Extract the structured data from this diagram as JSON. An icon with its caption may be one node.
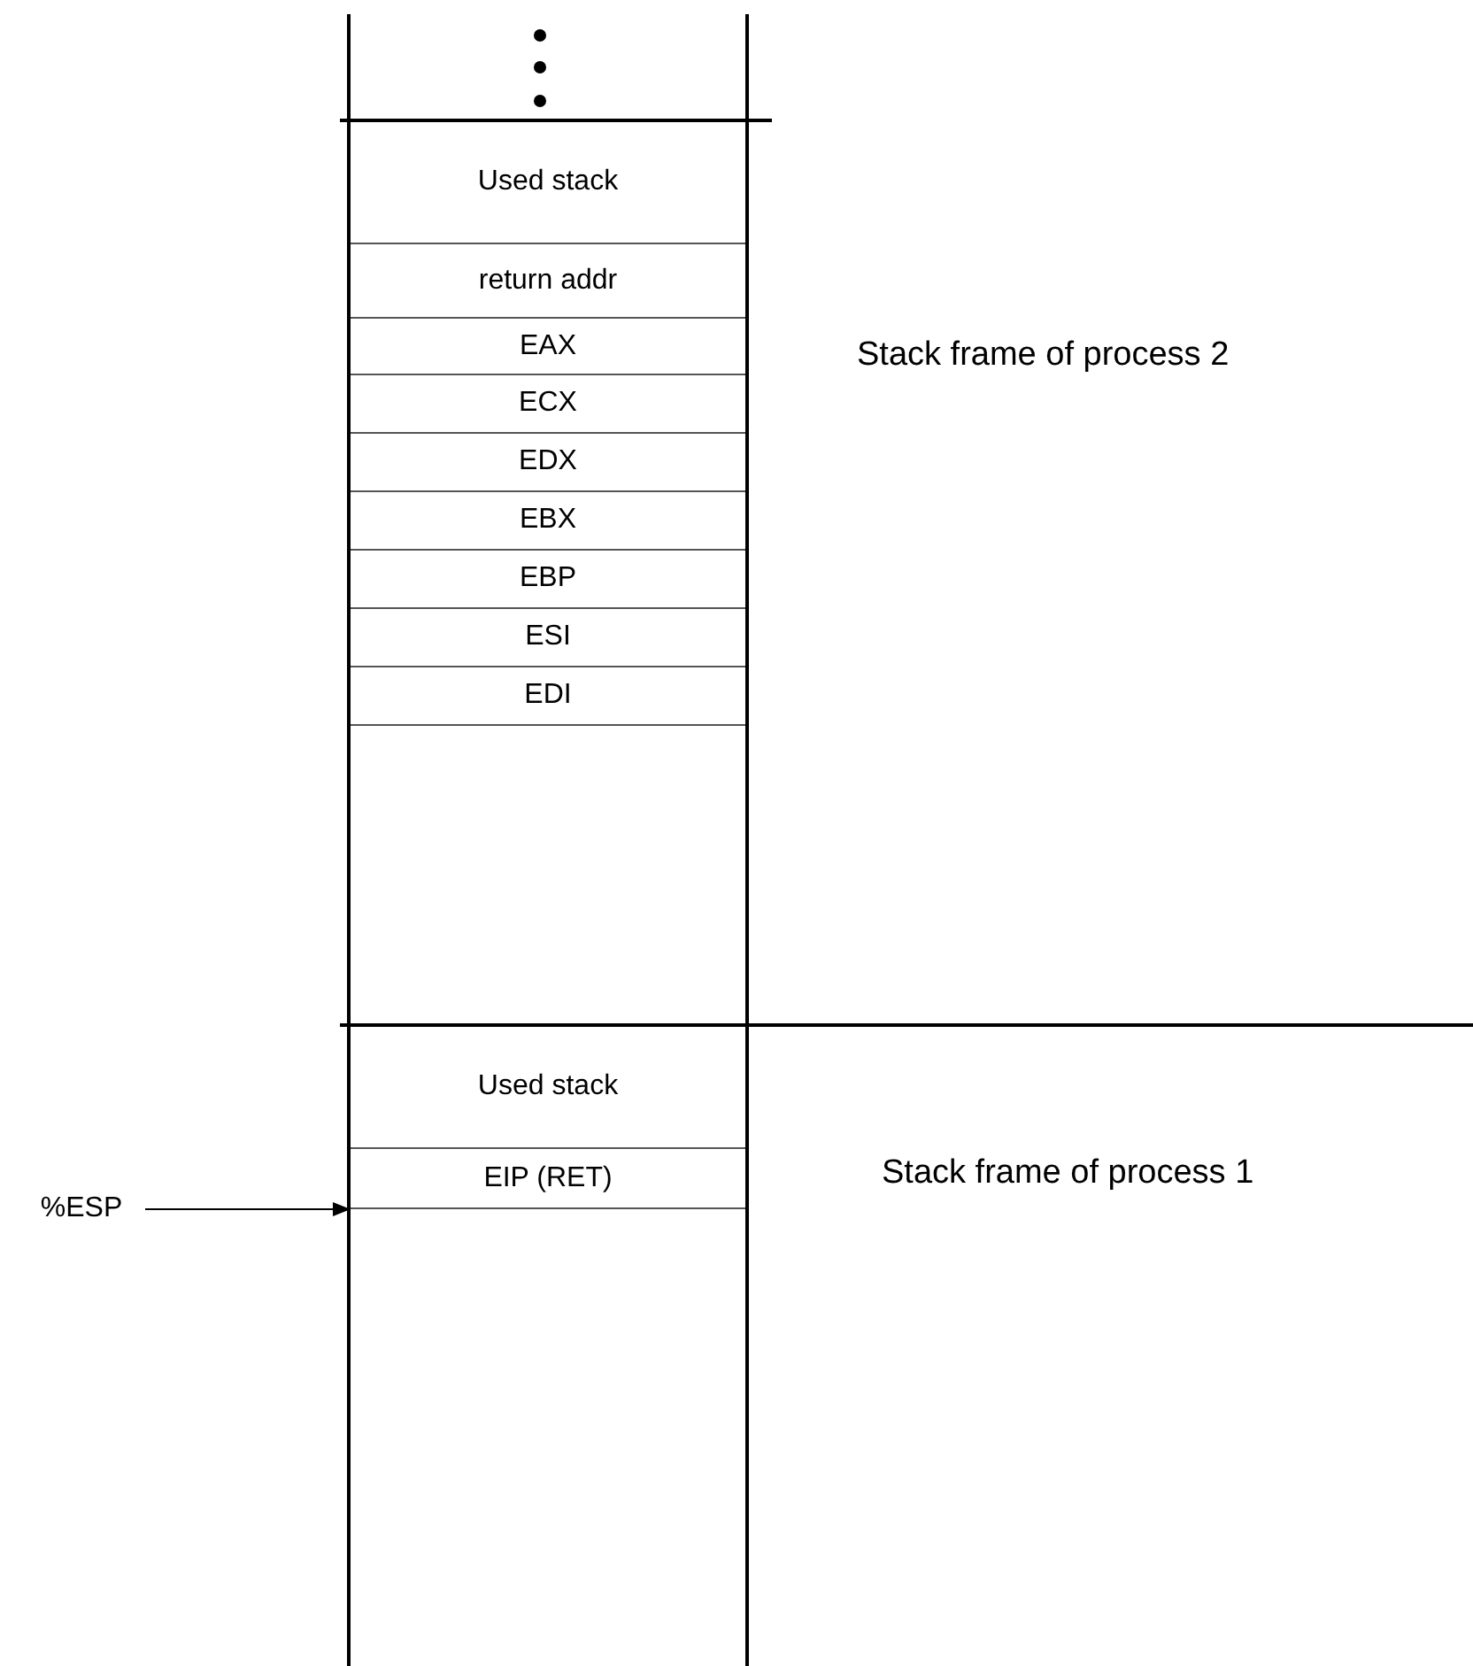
{
  "diagram": {
    "nodes": [
      {
        "text": [
          "Used stack"
        ]
      },
      {
        "text": [
          "return addr"
        ]
      },
      {
        "text": [
          "EAX"
        ]
      },
      {
        "text": [
          "ECX"
        ]
      },
      {
        "text": [
          "EDX"
        ]
      },
      {
        "text": [
          "EBX"
        ]
      },
      {
        "text": [
          "EBP"
        ]
      },
      {
        "text": [
          "ESI"
        ]
      },
      {
        "text": [
          "EDI"
        ]
      },
      {
        "text": [
          "Used stack"
        ]
      },
      {
        "text": [
          "EIP (RET)"
        ]
      },
      {
        "text": [
          "%ESP"
        ]
      }
    ],
    "edges": [
      {
        "from": 11,
        "to": 10,
        "arrow": "to"
      }
    ],
    "labels": [
      "Stack frame of process 2",
      "Stack frame of process 1"
    ]
  }
}
